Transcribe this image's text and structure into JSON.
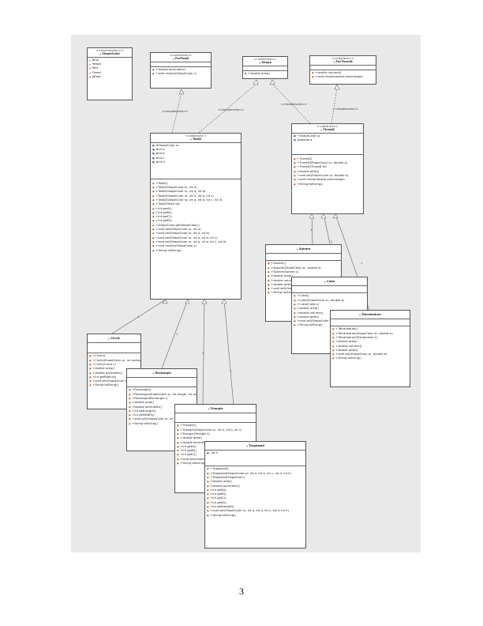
{
  "page_number": "3",
  "classes": [
    {
      "id": "ShapeColor",
      "stereotype": "<<enumeration>>",
      "title": "ShapeColor",
      "entries": [
        "Blue",
        "Yellow",
        "Red",
        "Green",
        "White"
      ]
    },
    {
      "id": "ForTwoD",
      "stereotype": "<<interface>>",
      "title": "ForTwoD",
      "methods": [
        "+double perimeter()",
        "+void recolor(ShapeColor c)"
      ]
    },
    {
      "id": "Shape",
      "stereotype": "<<interface>>",
      "title": "Shape",
      "methods": [
        "+double area()"
      ]
    },
    {
      "id": "ForThreeD",
      "stereotype": "<<interface>>",
      "title": "ForThreeD",
      "methods": [
        "+double volume()",
        "+void resize(double percentage)"
      ]
    },
    {
      "id": "TwoD",
      "stereotype": "<<abstract>>",
      "title": "TwoD",
      "fields": [
        "#ShapeColor sc",
        "#int a",
        "#int b",
        "#int c",
        "#int d"
      ],
      "methods": [
        "+TwoD()",
        "+TwoD(ShapeColor sc, int a)",
        "+TwoD(ShapeColor sc, int a, int b)",
        "+TwoD(ShapeColor sc, int a, int b, int c)",
        "+TwoD(ShapeColor sc, int a, int b, int c, int d)",
        "+TwoD(TwoD td)",
        "+int getA()",
        "+int getB()",
        "+int getC()",
        "+int getD()",
        "+ShapeColor getShapeColor()",
        "+void set(ShapeColor sc, int a)",
        "+void set(ShapeColor sc, int a, int b)",
        "+void set(ShapeColor sc, int a, int b, int c)",
        "+void set(ShapeColor sc, int a, int b, int c, int d)",
        "+void recolor(ShapeColor c)",
        "+String toString()"
      ]
    },
    {
      "id": "ThreeD",
      "stereotype": "<<abstract>>",
      "title": "ThreeD",
      "fields": [
        "+ShapeColor sc",
        "#double a"
      ],
      "methods": [
        "+ThreeD()",
        "+ThreeD(ShapeColor sc, double a)",
        "+ThreeD(ThreeD td)",
        "+double getA()",
        "+void set(ShapeColor sc, double a)",
        "+void resize(double percentage)",
        "+String toString()"
      ]
    },
    {
      "id": "Circle",
      "title": "Circle",
      "methods": [
        "+Circle()",
        "+Circle(ShapeColor sc, int radius)",
        "+Circle(Circle c)",
        "+double area()",
        "+double perimeter()",
        "+int getRadius()",
        "+void set(ShapeColor sc, int radius)",
        "+String toString()"
      ]
    },
    {
      "id": "Rectangle",
      "title": "Rectangle",
      "methods": [
        "+Rectangle()",
        "+Rectangle(ShapeColor sc, int length, int width)",
        "+Rectangle(Rectangle r)",
        "+double area()",
        "+double perimeter()",
        "+int getLength()",
        "+int getWidth()",
        "+void set(ShapeColor sc, int length, int width)",
        "+String toString()"
      ]
    },
    {
      "id": "Triangle",
      "title": "Triangle",
      "methods": [
        "+Triangle()",
        "+Triangle(ShapeColor sc, int a, int b, int c)",
        "+Triangle(Triangle t)",
        "+double area()",
        "+double perimeter()",
        "+int getA()",
        "+int getB()",
        "+int getC()",
        "+void set(ShapeColor sc, int a, int b, int c)",
        "+String toString()"
      ]
    },
    {
      "id": "Trapezoid",
      "title": "Trapezoid",
      "fields": [
        "-int h"
      ],
      "methods": [
        "+Trapezoid()",
        "+Trapezoid(ShapeColor sc, int a, int b, int c, int d, int h)",
        "+Trapezoid(Trapezoid t)",
        "+double area()",
        "+double perimeter()",
        "+int getA()",
        "+int getB()",
        "+int getC()",
        "+int getD()",
        "+int getHeight()",
        "+void set(ShapeColor sc, int a, int b, int c, int d, int h)",
        "+String toString()"
      ]
    },
    {
      "id": "Sphere",
      "title": "Sphere",
      "methods": [
        "+Sphere()",
        "+Sphere(ShapeColor sc, double a)",
        "+Sphere(Sphere s)",
        "+double area()",
        "+double volume()",
        "+double getA()",
        "+void set(ShapeColor sc, double a)",
        "+String toString()"
      ]
    },
    {
      "id": "Cube",
      "title": "Cube",
      "methods": [
        "+Cube()",
        "+Cube(ShapeColor sc, double a)",
        "+Cube(Cube c)",
        "+double area()",
        "+double volume()",
        "+double getA()",
        "+void set(ShapeColor sc, double a)",
        "+String toString()"
      ]
    },
    {
      "id": "Tetrahedron",
      "title": "Tetrahedron",
      "methods": [
        "+Tetrahedron()",
        "+Tetrahedron(ShapeColor sc, double a)",
        "+Tetrahedron(Tetrahedron t)",
        "+double area()",
        "+double volume()",
        "+double getA()",
        "+void set(ShapeColor sc, double a)",
        "+String toString()"
      ]
    }
  ],
  "edge_labels": {
    "implements": "<<implements>>",
    "multiplicity": "1"
  }
}
